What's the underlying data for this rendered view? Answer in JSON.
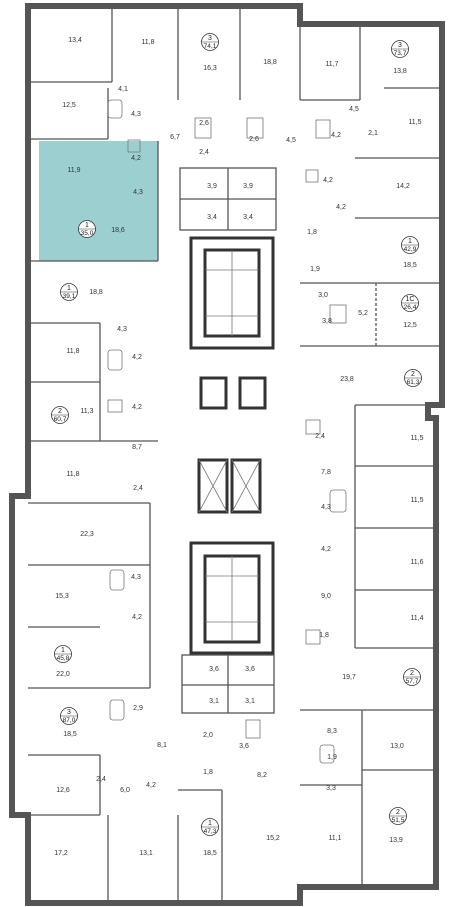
{
  "colors": {
    "highlight": "#9ccfcf",
    "wall": "#555555",
    "core": "#333333"
  },
  "units": [
    {
      "id": "u-3-74",
      "rooms": "3",
      "area": "74,1"
    },
    {
      "id": "u-3-73",
      "rooms": "3",
      "area": "73,7"
    },
    {
      "id": "u-1-35",
      "rooms": "1",
      "area": "35,0"
    },
    {
      "id": "u-1-42",
      "rooms": "1",
      "area": "42,9"
    },
    {
      "id": "u-1-39",
      "rooms": "1",
      "area": "39,1"
    },
    {
      "id": "u-1c-26",
      "rooms": "1С",
      "area": "26,4"
    },
    {
      "id": "u-2-61",
      "rooms": "2",
      "area": "61,3"
    },
    {
      "id": "u-2-60",
      "rooms": "2",
      "area": "60,7"
    },
    {
      "id": "u-1-45",
      "rooms": "1",
      "area": "45,8"
    },
    {
      "id": "u-2-57",
      "rooms": "2",
      "area": "57,7"
    },
    {
      "id": "u-3-87",
      "rooms": "3",
      "area": "87,0"
    },
    {
      "id": "u-2-51",
      "rooms": "2",
      "area": "51,5"
    },
    {
      "id": "u-1-47",
      "rooms": "1",
      "area": "47,3"
    }
  ],
  "room_labels": [
    "13,4",
    "11,8",
    "16,3",
    "18,8",
    "11,7",
    "13,8",
    "4,1",
    "12,5",
    "4,3",
    "6,7",
    "2,6",
    "2,6",
    "4,5",
    "4,5",
    "4,2",
    "2,1",
    "11,5",
    "2,4",
    "11,9",
    "4,2",
    "4,3",
    "3,9",
    "3,9",
    "4,2",
    "14,2",
    "18,6",
    "3,4",
    "3,4",
    "4,2",
    "1,8",
    "18,5",
    "1,9",
    "18,8",
    "3,0",
    "5,2",
    "3,8",
    "12,5",
    "4,3",
    "11,8",
    "4,2",
    "23,8",
    "11,3",
    "4,2",
    "2,4",
    "11,5",
    "8,7",
    "11,8",
    "7,8",
    "2,4",
    "4,3",
    "11,5",
    "22,3",
    "4,2",
    "11,6",
    "15,3",
    "4,3",
    "9,0",
    "4,2",
    "11,4",
    "1,8",
    "22,0",
    "3,6",
    "3,6",
    "19,7",
    "2,9",
    "3,1",
    "3,1",
    "18,5",
    "8,1",
    "2,0",
    "3,6",
    "8,3",
    "13,0",
    "1,9",
    "1,8",
    "8,2",
    "2,4",
    "12,6",
    "6,0",
    "4,2",
    "3,3",
    "17,2",
    "13,1",
    "18,5",
    "15,2",
    "11,1",
    "13,9"
  ]
}
